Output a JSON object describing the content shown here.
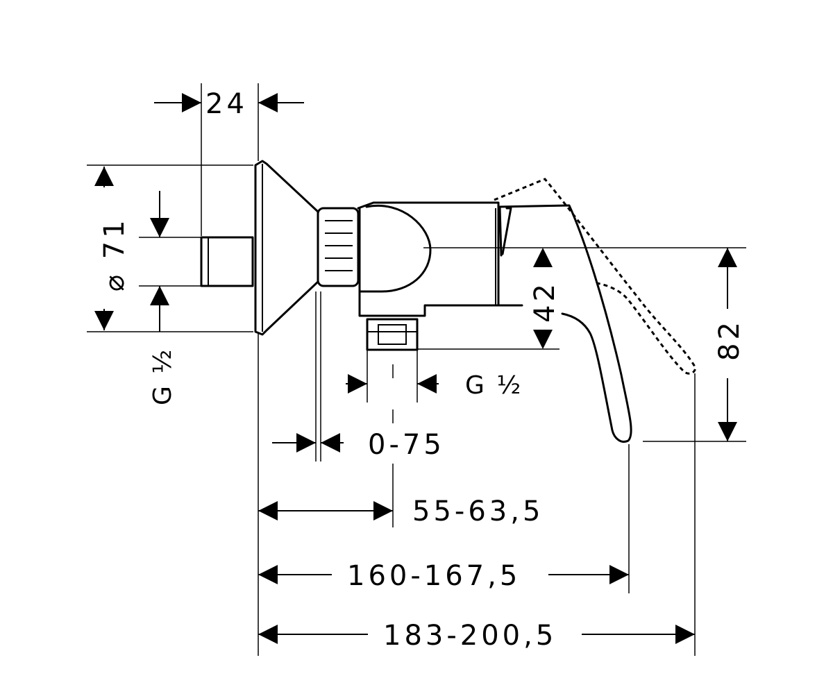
{
  "dimensions": {
    "wall_offset": "24",
    "diameter": "⌀ 71",
    "thread_left": "G ½",
    "thread_bottom": "G ½",
    "adjust_range": "0-75",
    "inlet_center": "55-63,5",
    "lever_reach": "160-167,5",
    "total_reach": "183-200,5",
    "outlet_height": "42",
    "lever_height": "82"
  }
}
